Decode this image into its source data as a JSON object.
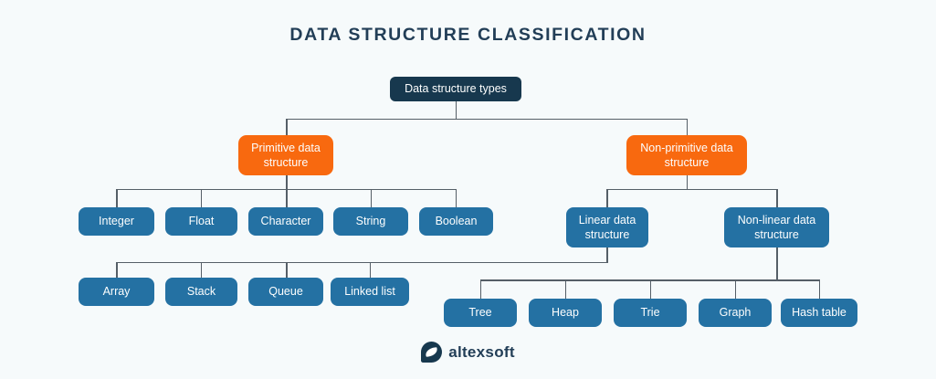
{
  "title": "DATA STRUCTURE CLASSIFICATION",
  "colors": {
    "background": "#F6FAFB",
    "navy": "#17384E",
    "orange": "#F8690F",
    "blue": "#2471A3",
    "line": "#555F67",
    "title_text": "#223E57"
  },
  "root": {
    "label": "Data structure types"
  },
  "level1": {
    "primitive": {
      "label": "Primitive data structure"
    },
    "non_primitive": {
      "label": "Non-primitive data structure"
    }
  },
  "primitive_types": [
    "Integer",
    "Float",
    "Character",
    "String",
    "Boolean"
  ],
  "structure_kinds": {
    "linear": "Linear data structure",
    "non_linear": "Non-linear data structure"
  },
  "linear_types": [
    "Array",
    "Stack",
    "Queue",
    "Linked list"
  ],
  "non_linear_types": [
    "Tree",
    "Heap",
    "Trie",
    "Graph",
    "Hash table"
  ],
  "footer": {
    "brand": "altexsoft"
  }
}
